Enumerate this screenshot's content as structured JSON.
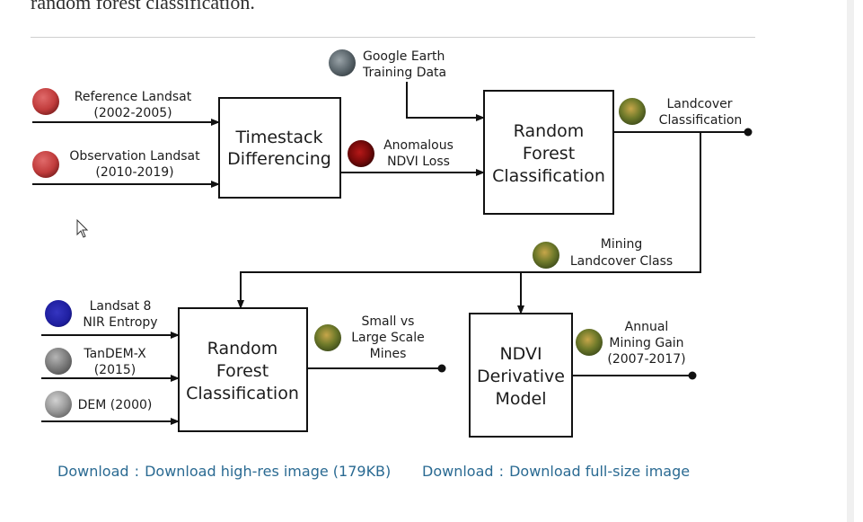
{
  "article": {
    "top_text": "random forest classification."
  },
  "diagram": {
    "boxes": {
      "timestack": [
        "Timestack",
        "Differencing"
      ],
      "rf_top": [
        "Random",
        "Forest",
        "Classification"
      ],
      "rf_bottom": [
        "Random",
        "Forest",
        "Classification"
      ],
      "ndvi": [
        "NDVI",
        "Derivative",
        "Model"
      ]
    },
    "labels": {
      "google_earth": [
        "Google Earth",
        "Training Data"
      ],
      "reference_landsat": [
        "Reference Landsat",
        "(2002-2005)"
      ],
      "observation_landsat": [
        "Observation Landsat",
        "(2010-2019)"
      ],
      "anomalous": [
        "Anomalous",
        "NDVI Loss"
      ],
      "landcover": [
        "Landcover",
        "Classification"
      ],
      "mining_class": [
        "Mining",
        "Landcover  Class"
      ],
      "landsat8": [
        "Landsat 8",
        "NIR Entropy"
      ],
      "tandem": [
        "TanDEM-X",
        "(2015)"
      ],
      "dem": [
        "DEM (2000)"
      ],
      "small_large": [
        "Small vs",
        "Large Scale",
        "Mines"
      ],
      "annual": [
        "Annual",
        "Mining Gain",
        "(2007-2017)"
      ]
    }
  },
  "links": [
    {
      "prefix": "Download",
      "text": "Download high-res image (179KB)"
    },
    {
      "prefix": "Download",
      "text": "Download full-size image"
    }
  ],
  "colors": {
    "link": "#2a6a92",
    "rule": "#cfcfcf",
    "line": "#111111"
  }
}
